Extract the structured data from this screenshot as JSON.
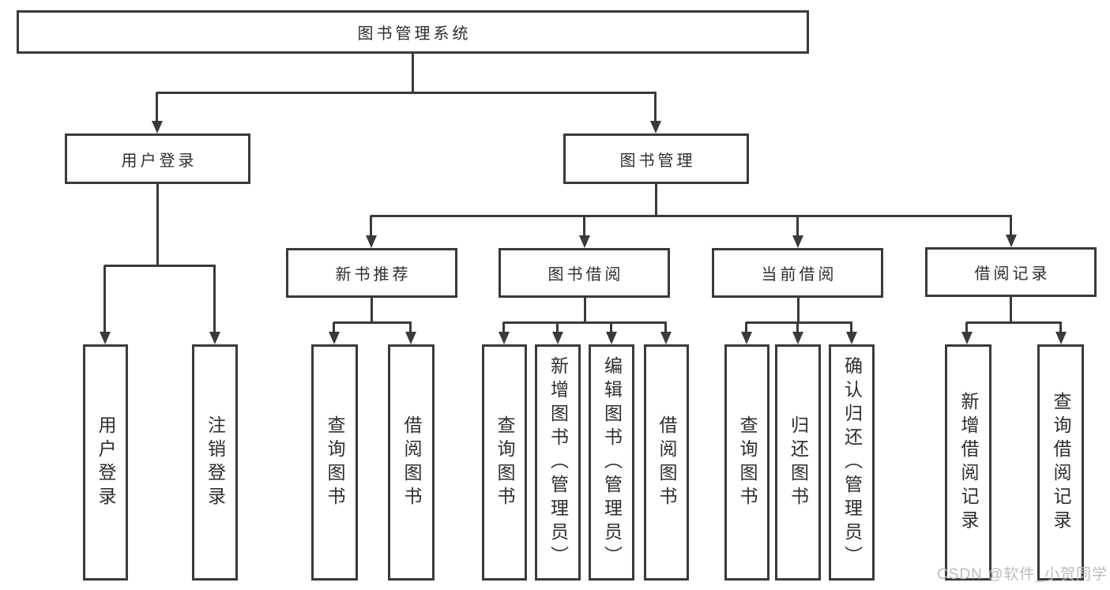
{
  "nodes": {
    "root": "图书管理系统",
    "user_login": "用户登录",
    "book_mgmt": "图书管理",
    "new_rec": "新书推荐",
    "book_borrow": "图书借阅",
    "current_borrow": "当前借阅",
    "borrow_record": "借阅记录"
  },
  "leaves": [
    {
      "parent": "user_login",
      "label": "用户登录"
    },
    {
      "parent": "user_login",
      "label": "注销登录"
    },
    {
      "parent": "new_rec",
      "label": "查询图书"
    },
    {
      "parent": "new_rec",
      "label": "借阅图书"
    },
    {
      "parent": "book_borrow",
      "label": "查询图书"
    },
    {
      "parent": "book_borrow",
      "label": "新增图书（管理员）"
    },
    {
      "parent": "book_borrow",
      "label": "编辑图书（管理员）"
    },
    {
      "parent": "book_borrow",
      "label": "借阅图书"
    },
    {
      "parent": "current_borrow",
      "label": "查询图书"
    },
    {
      "parent": "current_borrow",
      "label": "归还图书"
    },
    {
      "parent": "current_borrow",
      "label": "确认归还（管理员）"
    },
    {
      "parent": "borrow_record",
      "label": "新增借阅记录"
    },
    {
      "parent": "borrow_record",
      "label": "查询借阅记录"
    }
  ],
  "watermark": "CSDN @软件_小贺同学",
  "colors": {
    "line": "#3a3a3a",
    "text": "#2e2e2e",
    "watermark": "#bcbcbc",
    "background": "#ffffff"
  }
}
